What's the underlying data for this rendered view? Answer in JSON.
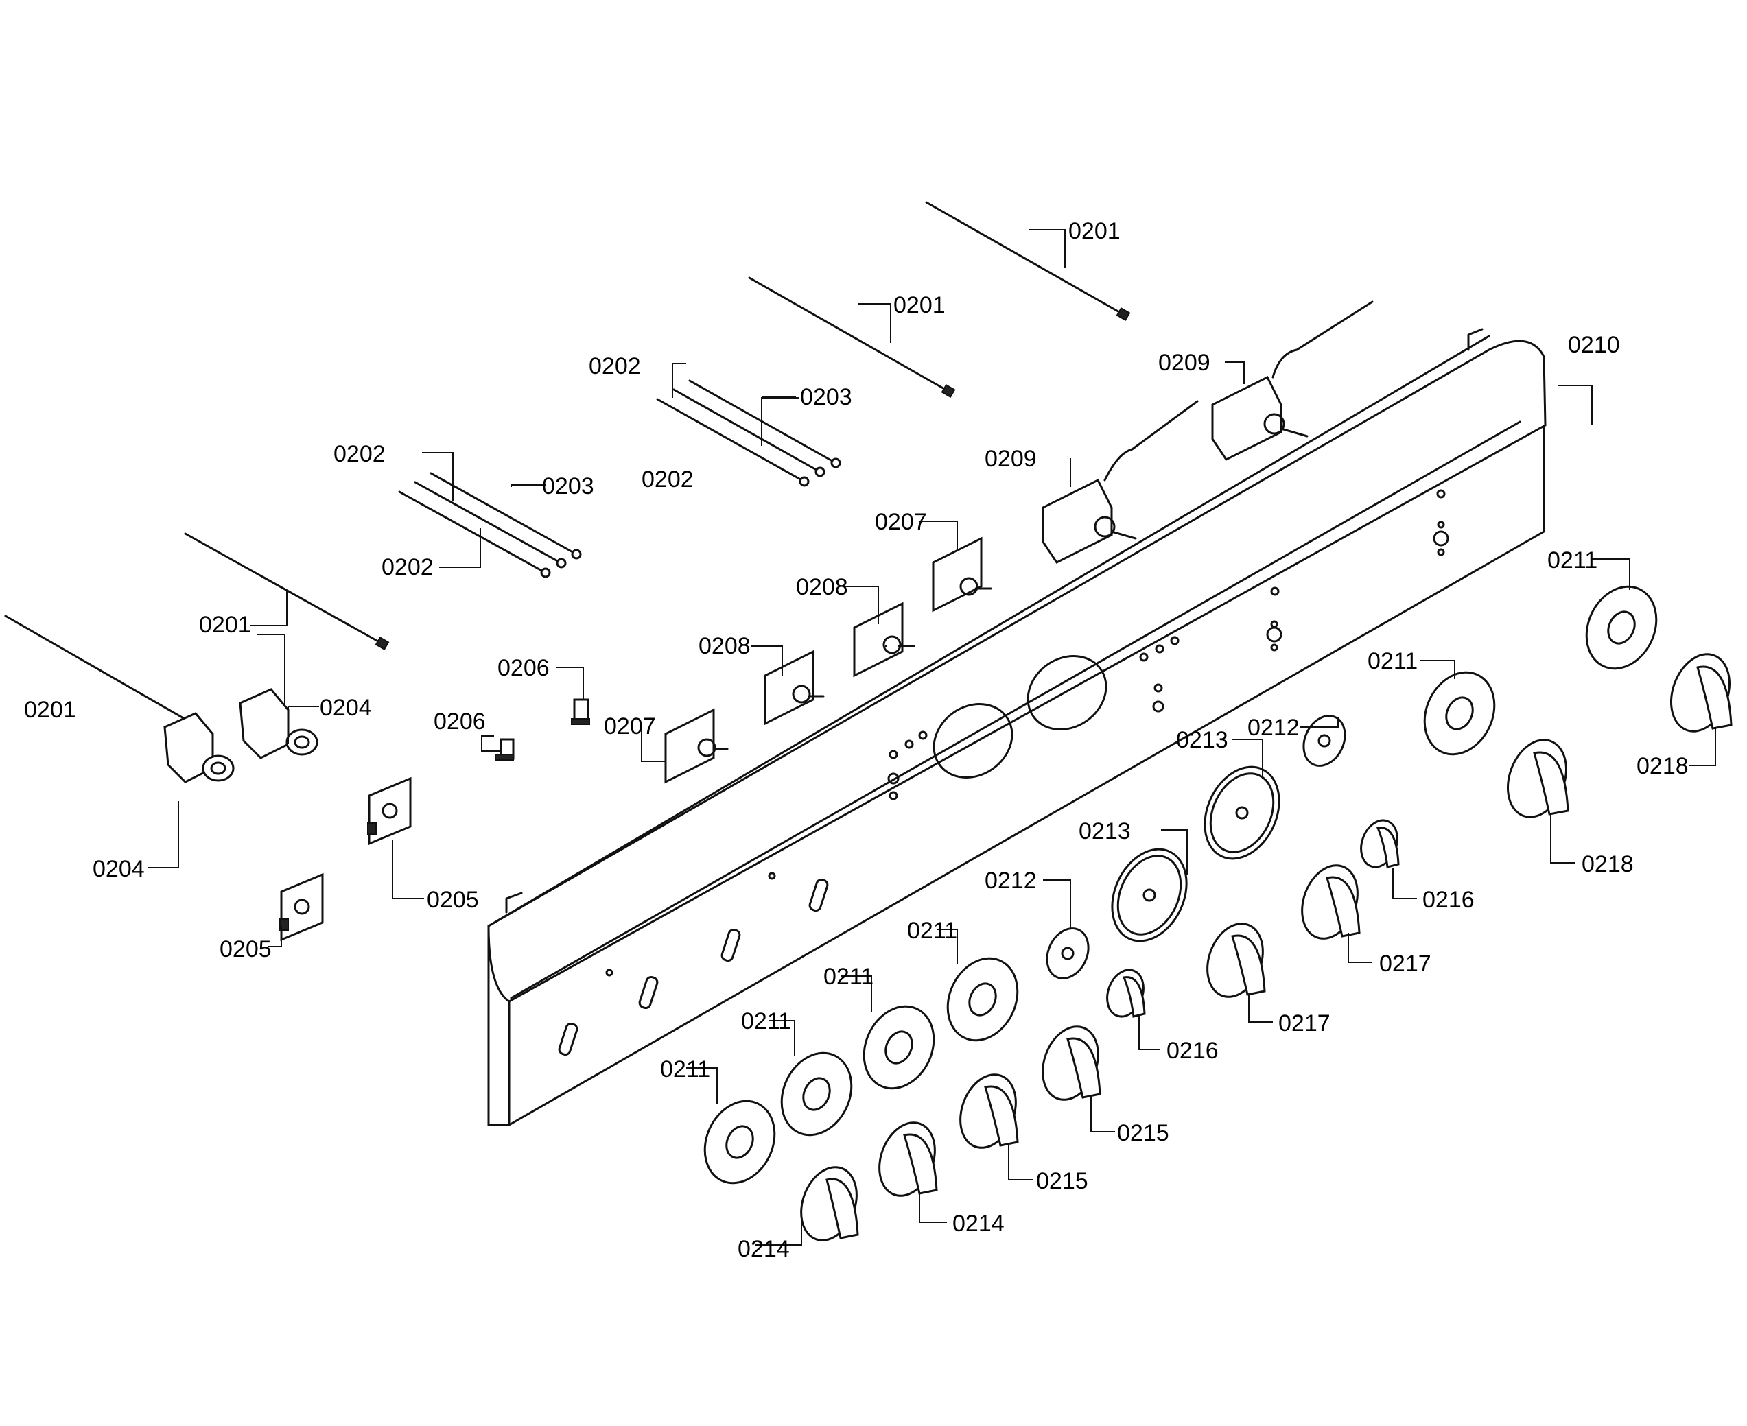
{
  "diagram": {
    "labels": {
      "l01": "0201",
      "l02": "0201",
      "l03": "0201",
      "l04": "0201",
      "l05": "0202",
      "l06": "0202",
      "l07": "0202",
      "l08": "0202",
      "l09": "0203",
      "l10": "0203",
      "l11": "0204",
      "l12": "0204",
      "l13": "0205",
      "l14": "0205",
      "l15": "0206",
      "l16": "0206",
      "l17": "0207",
      "l18": "0207",
      "l19": "0208",
      "l20": "0208",
      "l21": "0209",
      "l22": "0209",
      "l23": "0210",
      "l24": "0211",
      "l25": "0211",
      "l26": "0211",
      "l27": "0211",
      "l28": "0211",
      "l29": "0211",
      "l30": "0212",
      "l31": "0212",
      "l32": "0213",
      "l33": "0213",
      "l34": "0214",
      "l35": "0214",
      "l36": "0215",
      "l37": "0215",
      "l38": "0216",
      "l39": "0216",
      "l40": "0217",
      "l41": "0217",
      "l42": "0218",
      "l43": "0218"
    }
  }
}
